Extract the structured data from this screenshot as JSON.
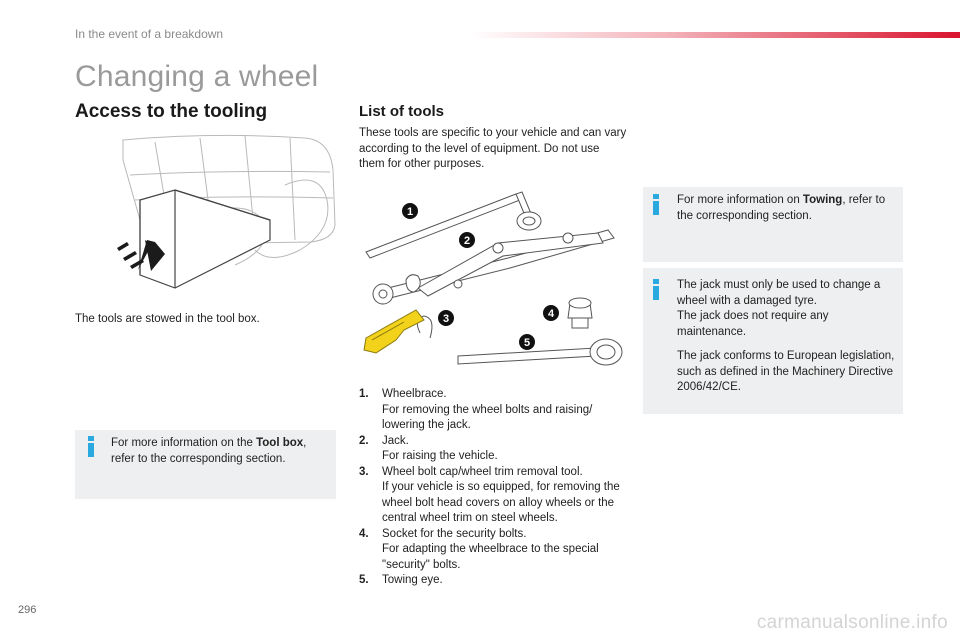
{
  "header": {
    "section": "In the event of a breakdown"
  },
  "page": {
    "title": "Changing a wheel",
    "number": "296",
    "watermark": "carmanualsonline.info"
  },
  "left_column": {
    "heading": "Access to the tooling",
    "caption": "The tools are stowed in the tool box.",
    "info": {
      "text_before": "For more information on the ",
      "bold": "Tool box",
      "text_after": ",",
      "line2": "refer to the corresponding section."
    }
  },
  "middle_column": {
    "heading": "List of tools",
    "intro": "These tools are specific to your vehicle and can vary according to the level of equipment. Do not use them for other purposes.",
    "items": [
      {
        "num": "1.",
        "name": "Wheelbrace.",
        "desc": "For removing the wheel bolts and raising/ lowering the jack."
      },
      {
        "num": "2.",
        "name": "Jack.",
        "desc": "For raising the vehicle."
      },
      {
        "num": "3.",
        "name": "Wheel bolt cap/wheel trim removal tool.",
        "desc": "If your vehicle is so equipped, for removing the wheel bolt head covers on alloy wheels or the central wheel trim on steel wheels."
      },
      {
        "num": "4.",
        "name": "Socket for the security bolts.",
        "desc": "For adapting the wheelbrace to the special \"security\" bolts."
      },
      {
        "num": "5.",
        "name": "Towing eye.",
        "desc": ""
      }
    ],
    "callouts": [
      "1",
      "2",
      "3",
      "4",
      "5"
    ]
  },
  "right_column": {
    "info1": {
      "text_before": "For more information on ",
      "bold": "Towing",
      "text_after": ", refer to the corresponding section."
    },
    "info2": {
      "p1": "The jack must only be used to change a wheel with a damaged tyre.",
      "p2": "The jack does not require any maintenance.",
      "p3": "The jack conforms to European legislation, such as defined in the Machinery Directive 2006/42/CE."
    }
  },
  "colors": {
    "info_icon": "#2aa8e0",
    "accent_red": "#d9142e",
    "info_box_bg": "#eeeff0",
    "tool_yellow": "#f2d21b"
  }
}
